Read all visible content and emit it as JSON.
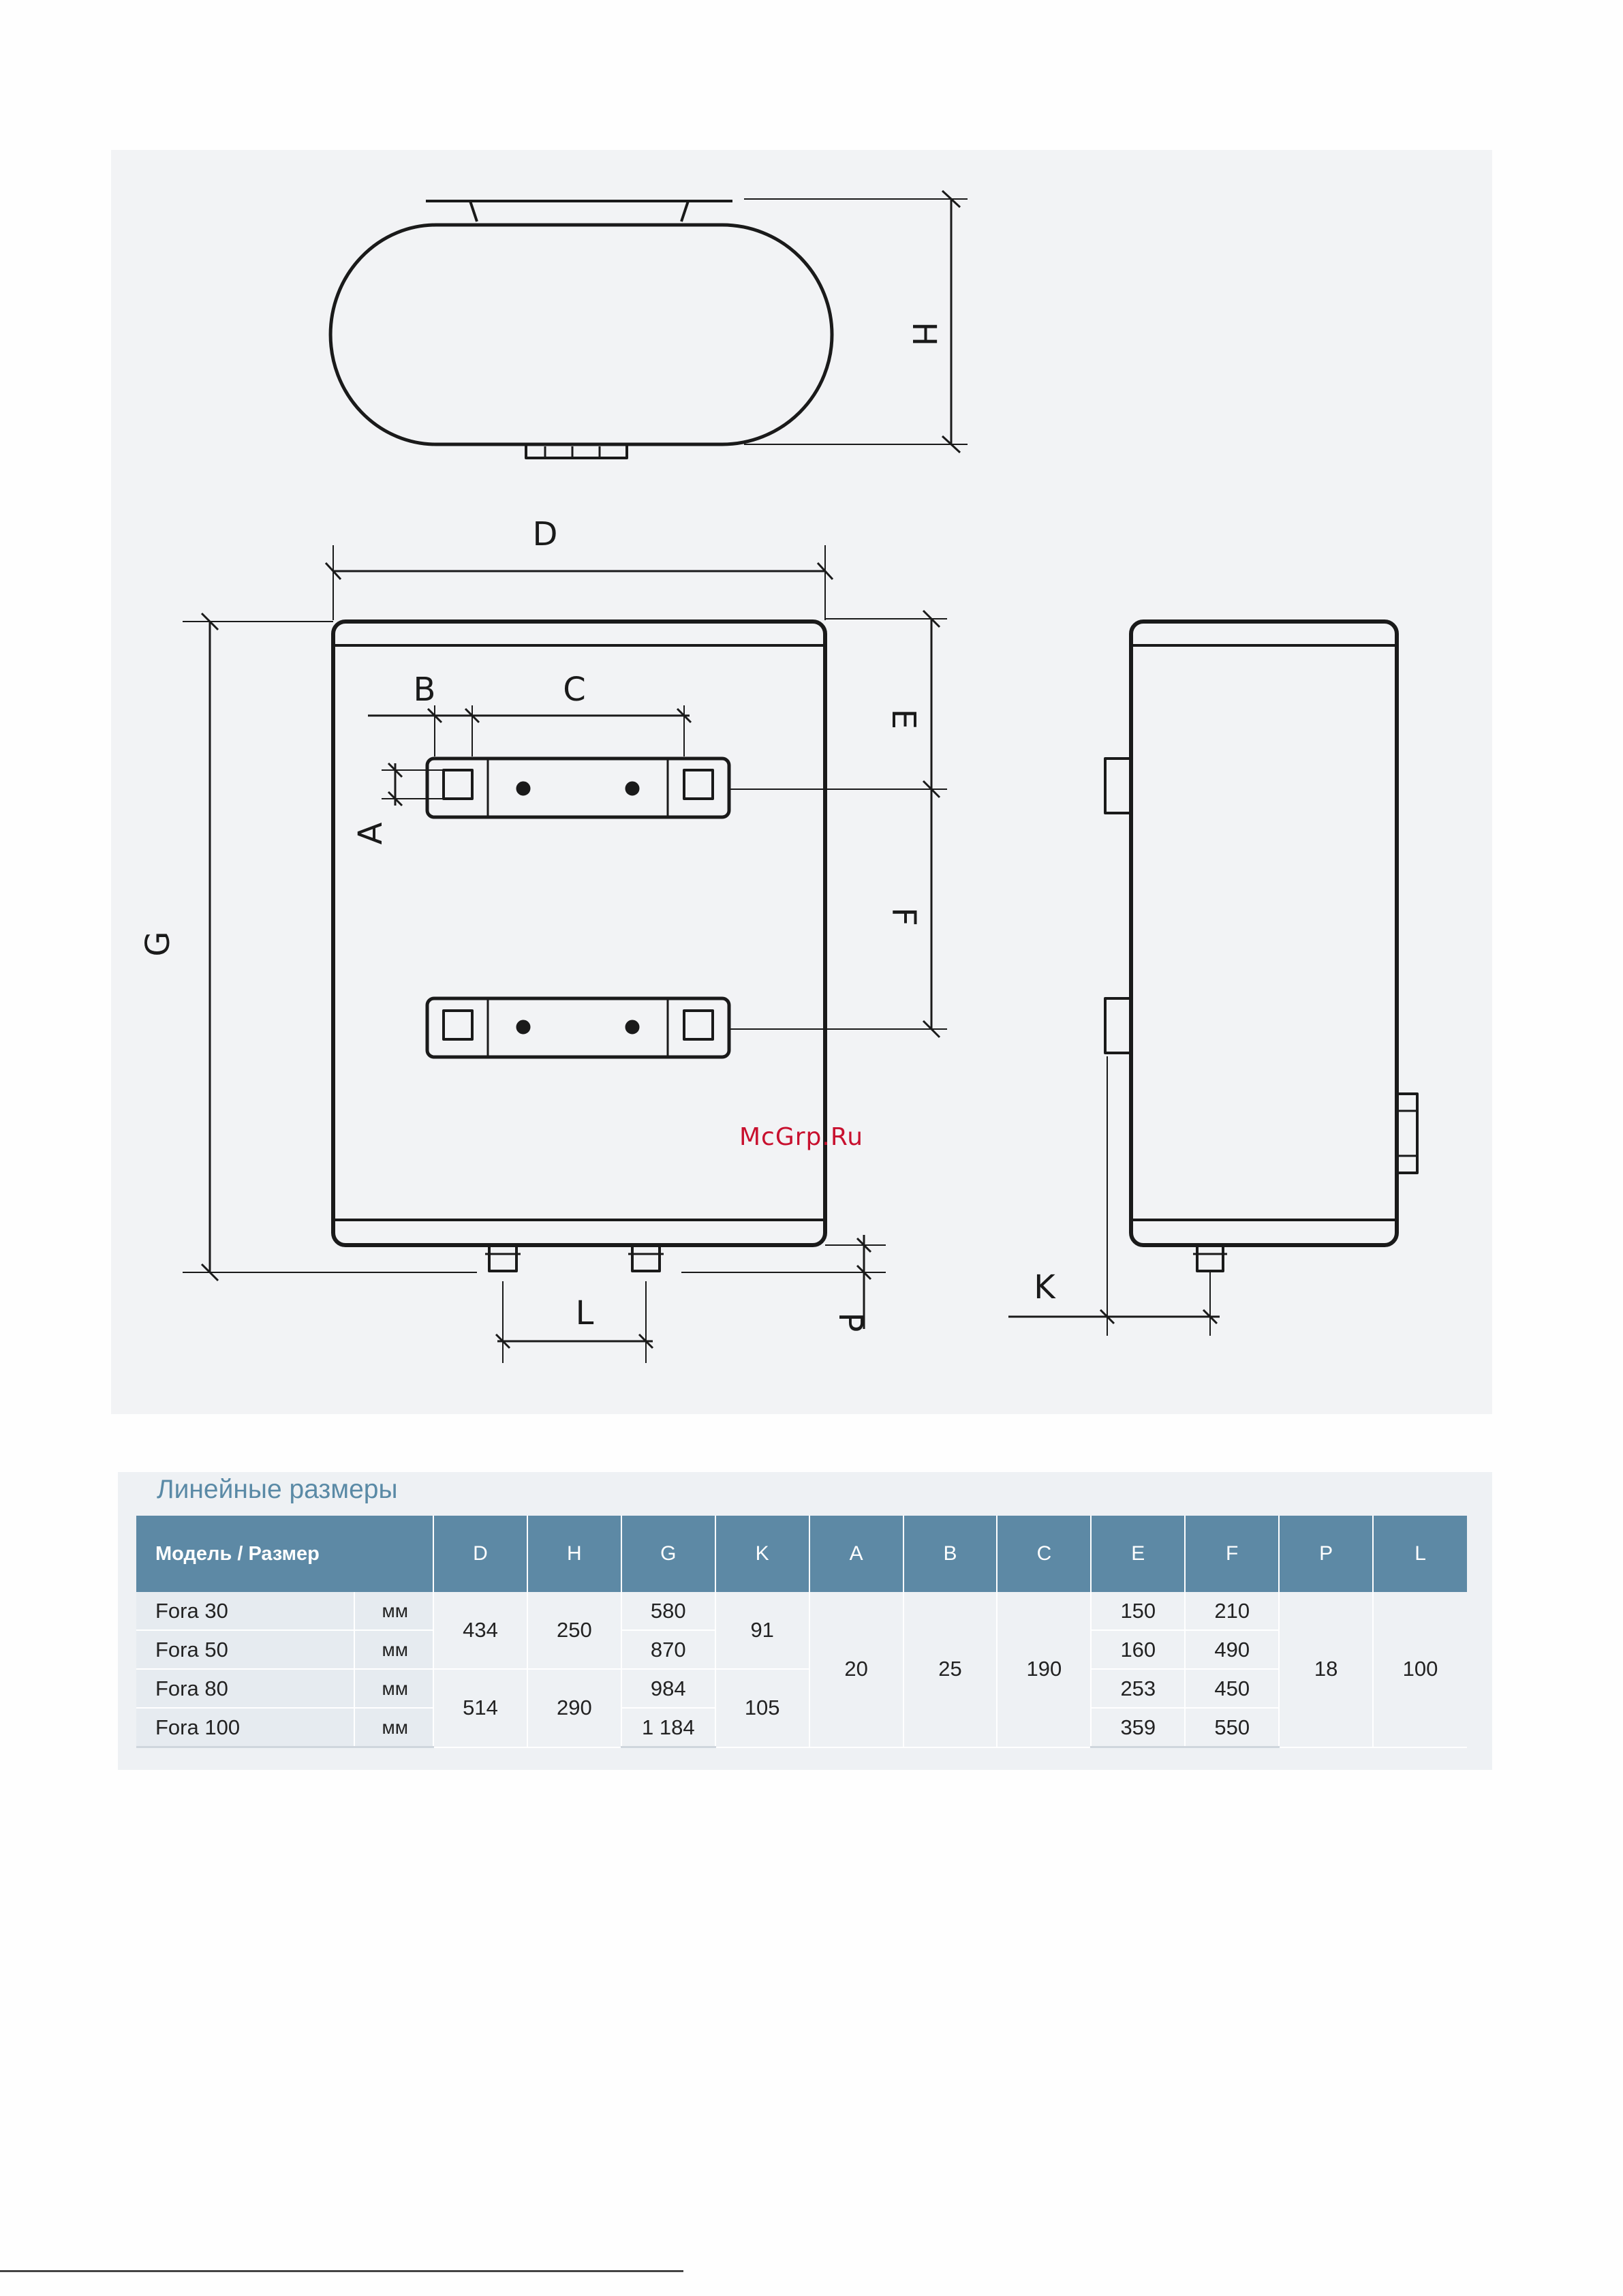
{
  "diagram": {
    "labels": {
      "D": "D",
      "H": "H",
      "G": "G",
      "E": "E",
      "F": "F",
      "B": "B",
      "C": "C",
      "A": "A",
      "L": "L",
      "P": "P",
      "K": "K"
    }
  },
  "watermark": "McGrp.Ru",
  "table": {
    "title": "Линейные размеры",
    "header_model": "Модель / Размер",
    "columns": [
      "D",
      "H",
      "G",
      "K",
      "A",
      "B",
      "C",
      "E",
      "F",
      "P",
      "L"
    ],
    "unit": "мм",
    "models": [
      "Fora 30",
      "Fora 50",
      "Fora 80",
      "Fora 100"
    ],
    "D": [
      "434",
      "514"
    ],
    "H": [
      "250",
      "290"
    ],
    "G": [
      "580",
      "870",
      "984",
      "1 184"
    ],
    "K": [
      "91",
      "105"
    ],
    "A": "20",
    "B": "25",
    "C": "190",
    "E": [
      "150",
      "160",
      "253",
      "359"
    ],
    "F": [
      "210",
      "490",
      "450",
      "550"
    ],
    "P": "18",
    "L": "100"
  }
}
